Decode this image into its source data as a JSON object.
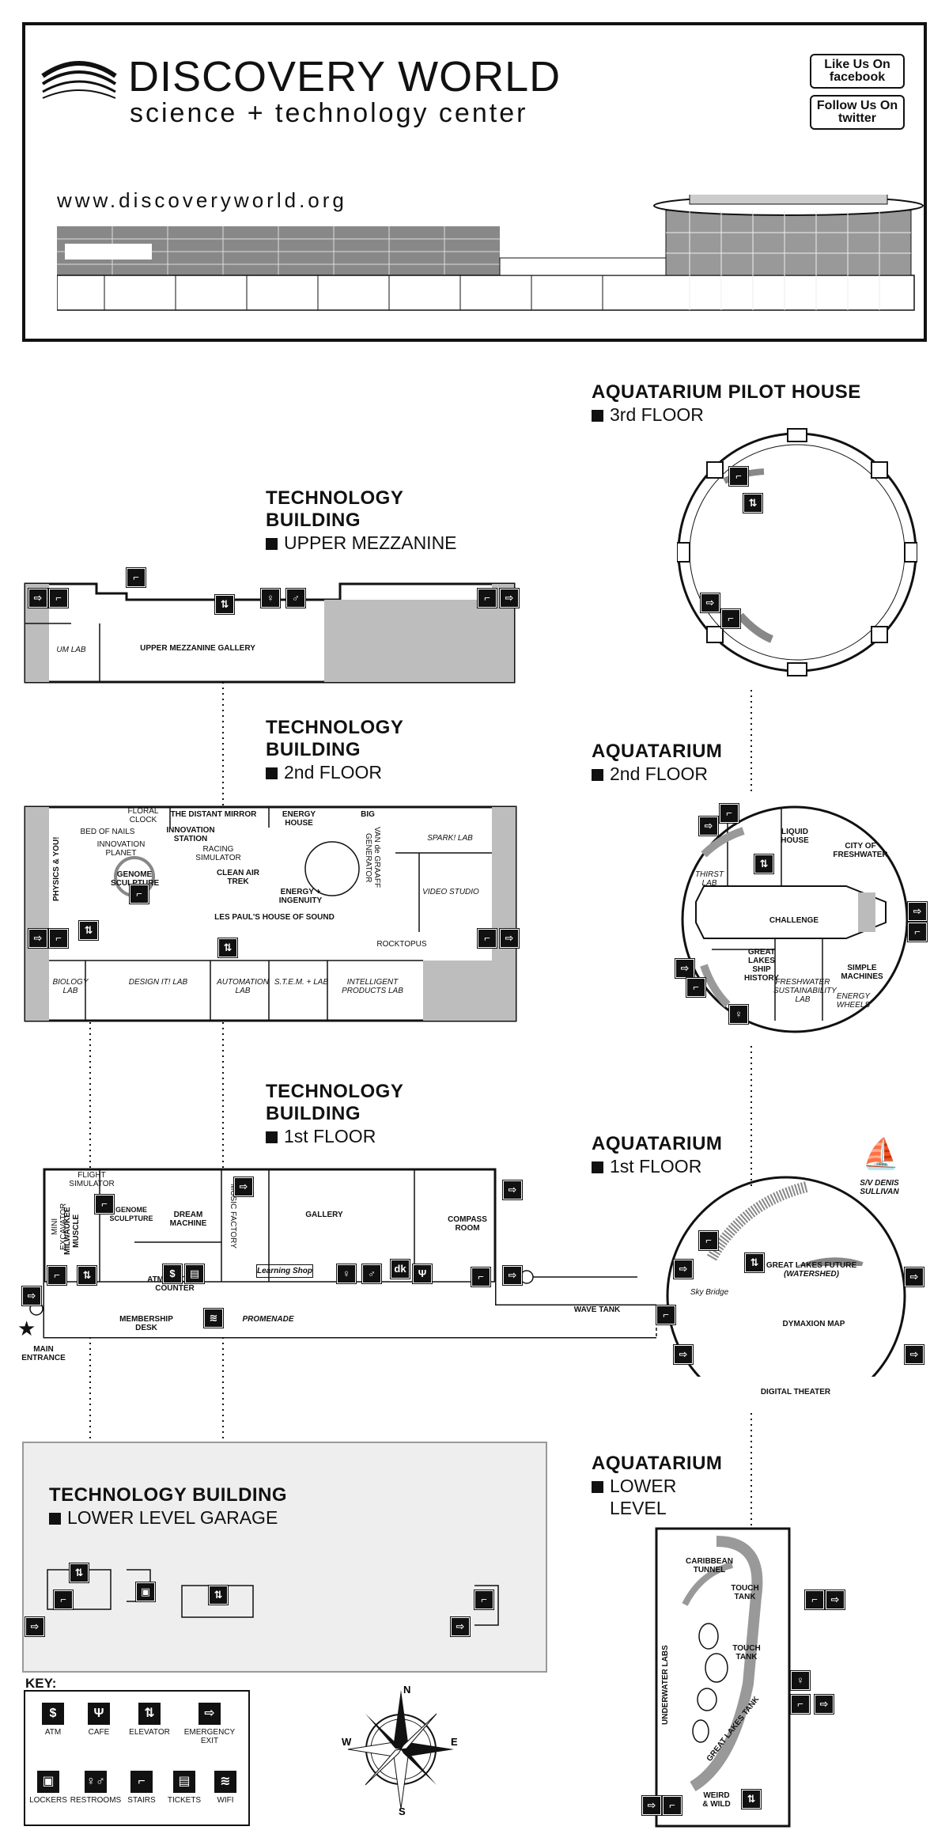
{
  "header": {
    "brand_main": "DISCOVERY WORLD",
    "brand_sub": "science + technology center",
    "url": "www.discoveryworld.org",
    "facebook": "Like Us On facebook",
    "twitter": "Follow Us On twitter"
  },
  "sections": {
    "pilot_house": {
      "title": "AQUATARIUM PILOT HOUSE",
      "floor": "3rd FLOOR"
    },
    "tech_upper": {
      "title1": "TECHNOLOGY",
      "title2": "BUILDING",
      "floor": "UPPER MEZZANINE"
    },
    "tech_2nd": {
      "title1": "TECHNOLOGY",
      "title2": "BUILDING",
      "floor": "2nd FLOOR"
    },
    "aq_2nd": {
      "title": "AQUATARIUM",
      "floor": "2nd FLOOR"
    },
    "tech_1st": {
      "title1": "TECHNOLOGY",
      "title2": "BUILDING",
      "floor": "1st FLOOR"
    },
    "aq_1st": {
      "title": "AQUATARIUM",
      "floor": "1st FLOOR"
    },
    "garage": {
      "title": "TECHNOLOGY BUILDING",
      "floor": "LOWER LEVEL GARAGE"
    },
    "aq_lower": {
      "title": "AQUATARIUM",
      "floor1": "LOWER",
      "floor2": "LEVEL"
    }
  },
  "upper_mezz": {
    "um_lab": "UM LAB",
    "gallery": "UPPER MEZZANINE GALLERY"
  },
  "tech2": {
    "physics": "PHYSICS & YOU!",
    "floral": "FLORAL CLOCK",
    "bed": "BED OF NAILS",
    "innovation_planet": "INNOVATION PLANET",
    "genome": "GENOME SCULPTURE",
    "distant_mirror": "THE DISTANT MIRROR",
    "innovation_station": "INNOVATION STATION",
    "racing": "RACING SIMULATOR",
    "energy_house": "ENERGY HOUSE",
    "big": "BIG",
    "van": "VAN de GRAAFF GENERATOR",
    "spark": "SPARK! LAB",
    "clean_air": "CLEAN AIR TREK",
    "energy_ingenuity": "ENERGY + INGENUITY",
    "les_paul": "LES PAUL'S HOUSE OF SOUND",
    "video": "VIDEO STUDIO",
    "rocktopus": "ROCKTOPUS",
    "biology": "BIOLOGY LAB",
    "design": "DESIGN IT! LAB",
    "automation": "AUTOMATION LAB",
    "stem": "S.T.E.M. + LAB",
    "intelligent": "INTELLIGENT PRODUCTS LAB"
  },
  "tech1": {
    "flight": "FLIGHT SIMULATOR",
    "mini": "MINI EXCAVATOR",
    "muscle": "MILWAUKEE MUSCLE",
    "genome": "GENOME SCULPTURE",
    "dream": "DREAM MACHINE",
    "music": "MUSIC FACTORY",
    "gallery": "GALLERY",
    "compass": "COMPASS ROOM",
    "atm": "ATM & TICKET COUNTER",
    "shop": "Learning Shop",
    "membership": "MEMBERSHIP DESK",
    "promenade": "PROMENADE",
    "main": "MAIN ENTRANCE",
    "wave": "WAVE TANK"
  },
  "aq2": {
    "thirst": "THIRST LAB",
    "liquid": "LIQUID HOUSE",
    "city": "CITY OF FRESHWATER",
    "challenge": "CHALLENGE",
    "ship": "GREAT LAKES SHIP HISTORY",
    "fresh": "FRESHWATER SUSTAINABILITY LAB",
    "simple": "SIMPLE MACHINES",
    "wheels": "ENERGY WHEELS"
  },
  "aq1": {
    "ship_name": "S/V DENIS SULLIVAN",
    "future": "GREAT LAKES FUTURE",
    "watershed": "(WATERSHED)",
    "sky": "Sky Bridge",
    "dymaxion": "DYMAXION MAP",
    "theater": "DIGITAL THEATER"
  },
  "aq_lower": {
    "caribbean": "CARIBBEAN TUNNEL",
    "touch1": "TOUCH TANK",
    "touch2": "TOUCH TANK",
    "underwater": "UNDERWATER LABS",
    "glt": "GREAT LAKES TANK",
    "weird": "WEIRD & WILD"
  },
  "key": {
    "title": "KEY:",
    "items": [
      {
        "label": "ATM",
        "icon": "$"
      },
      {
        "label": "CAFE",
        "icon": "Ψ"
      },
      {
        "label": "ELEVATOR",
        "icon": "⇅"
      },
      {
        "label": "EMERGENCY EXIT",
        "icon": "⇨"
      },
      {
        "label": "LOCKERS",
        "icon": "▣"
      },
      {
        "label": "RESTROOMS",
        "icon": "♀♂"
      },
      {
        "label": "STAIRS",
        "icon": "⌐"
      },
      {
        "label": "TICKETS",
        "icon": "▤"
      },
      {
        "label": "WIFI",
        "icon": "≋"
      }
    ]
  },
  "compass": {
    "n": "N",
    "s": "S",
    "e": "E",
    "w": "W"
  },
  "colors": {
    "ink": "#111111",
    "panel": "#eeeeee",
    "wall_fill": "#bdbdbd"
  }
}
